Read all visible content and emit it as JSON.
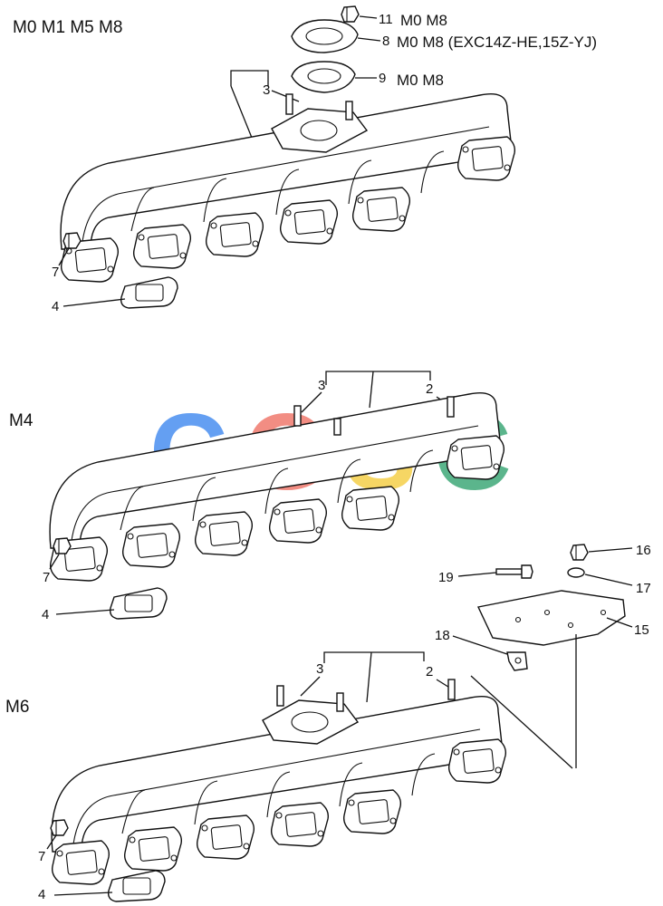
{
  "models": {
    "top": "M0 M1 M5 M8",
    "middle": "M4",
    "bottom": "M6"
  },
  "callouts": {
    "c11": "M0 M8",
    "c8": "M0 M8 (EXC14Z-HE,15Z-YJ)",
    "c9": "M0 M8"
  },
  "parts": {
    "p2": "2",
    "p3": "3",
    "p4": "4",
    "p7": "7",
    "p8": "8",
    "p9": "9",
    "p11": "11",
    "p15": "15",
    "p16": "16",
    "p17": "17",
    "p18": "18",
    "p19": "19"
  },
  "watermark": {
    "letters": [
      "C",
      "G",
      "S",
      "C"
    ],
    "colors": [
      "#4a8ff0",
      "#f07a6e",
      "#f5d04a",
      "#3fa979"
    ]
  }
}
